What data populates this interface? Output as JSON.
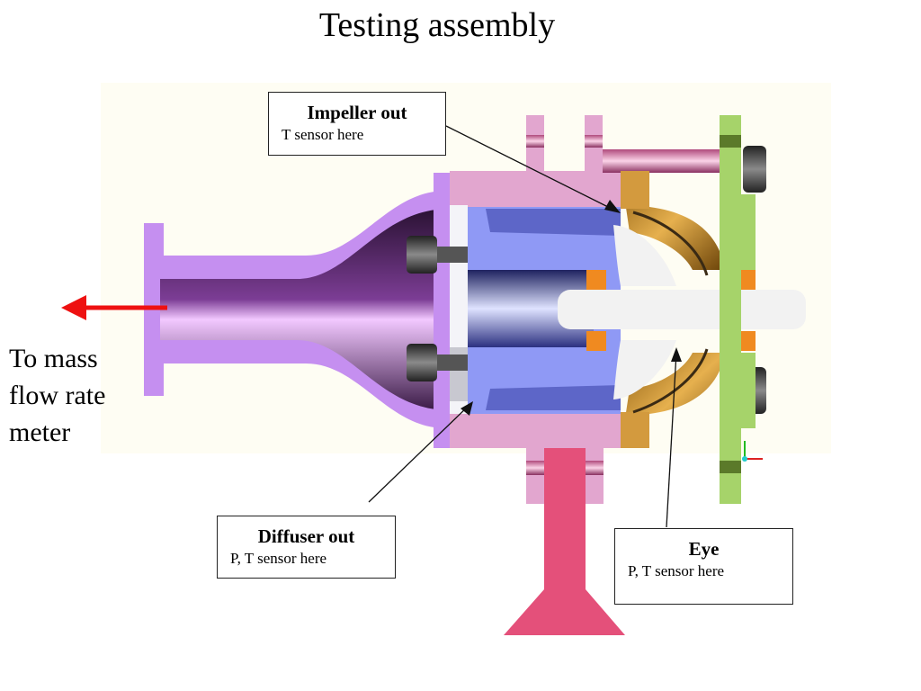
{
  "page_title": "Testing assembly",
  "callouts": {
    "impeller_out": {
      "heading": "Impeller out",
      "detail": "T sensor here"
    },
    "diffuser_out": {
      "heading": "Diffuser out",
      "detail": "P, T sensor here"
    },
    "eye": {
      "heading": "Eye",
      "detail": "P, T sensor here"
    }
  },
  "side_label": [
    "To mass",
    "flow rate",
    "meter"
  ],
  "colors": {
    "nozzle": "#c58ff0",
    "housing_pink": "#e2a6cf",
    "diffuser_blue": "#8f99f5",
    "impeller_gold": "#d39a3e",
    "shaft": "#f2f2f2",
    "plate_green": "#a6d36a",
    "inlet_red": "#e4507a",
    "flow_arrow": "#ee1111",
    "bolt_dark": "#3c3c3c",
    "spacer_orange": "#f08a20"
  }
}
